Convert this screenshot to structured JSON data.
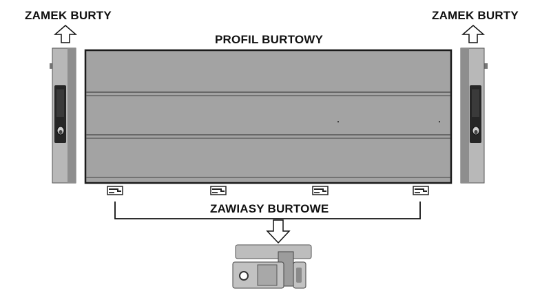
{
  "labels": {
    "lock_left": "ZAMEK BURTY",
    "lock_right": "ZAMEK BURTY",
    "profile": "PROFIL BURTOWY",
    "hinges": "ZAWIASY BURTOWE"
  },
  "colors": {
    "panel_fill": "#a3a3a3",
    "panel_border": "#1a1a1a",
    "groove": "#4a4a4a",
    "lock_body": "#b5b5b5",
    "lock_dark": "#222222",
    "text": "#111111"
  },
  "icons": [
    "arrow-up-outline-icon",
    "arrow-down-outline-icon",
    "hinge-icon",
    "lock-icon"
  ]
}
